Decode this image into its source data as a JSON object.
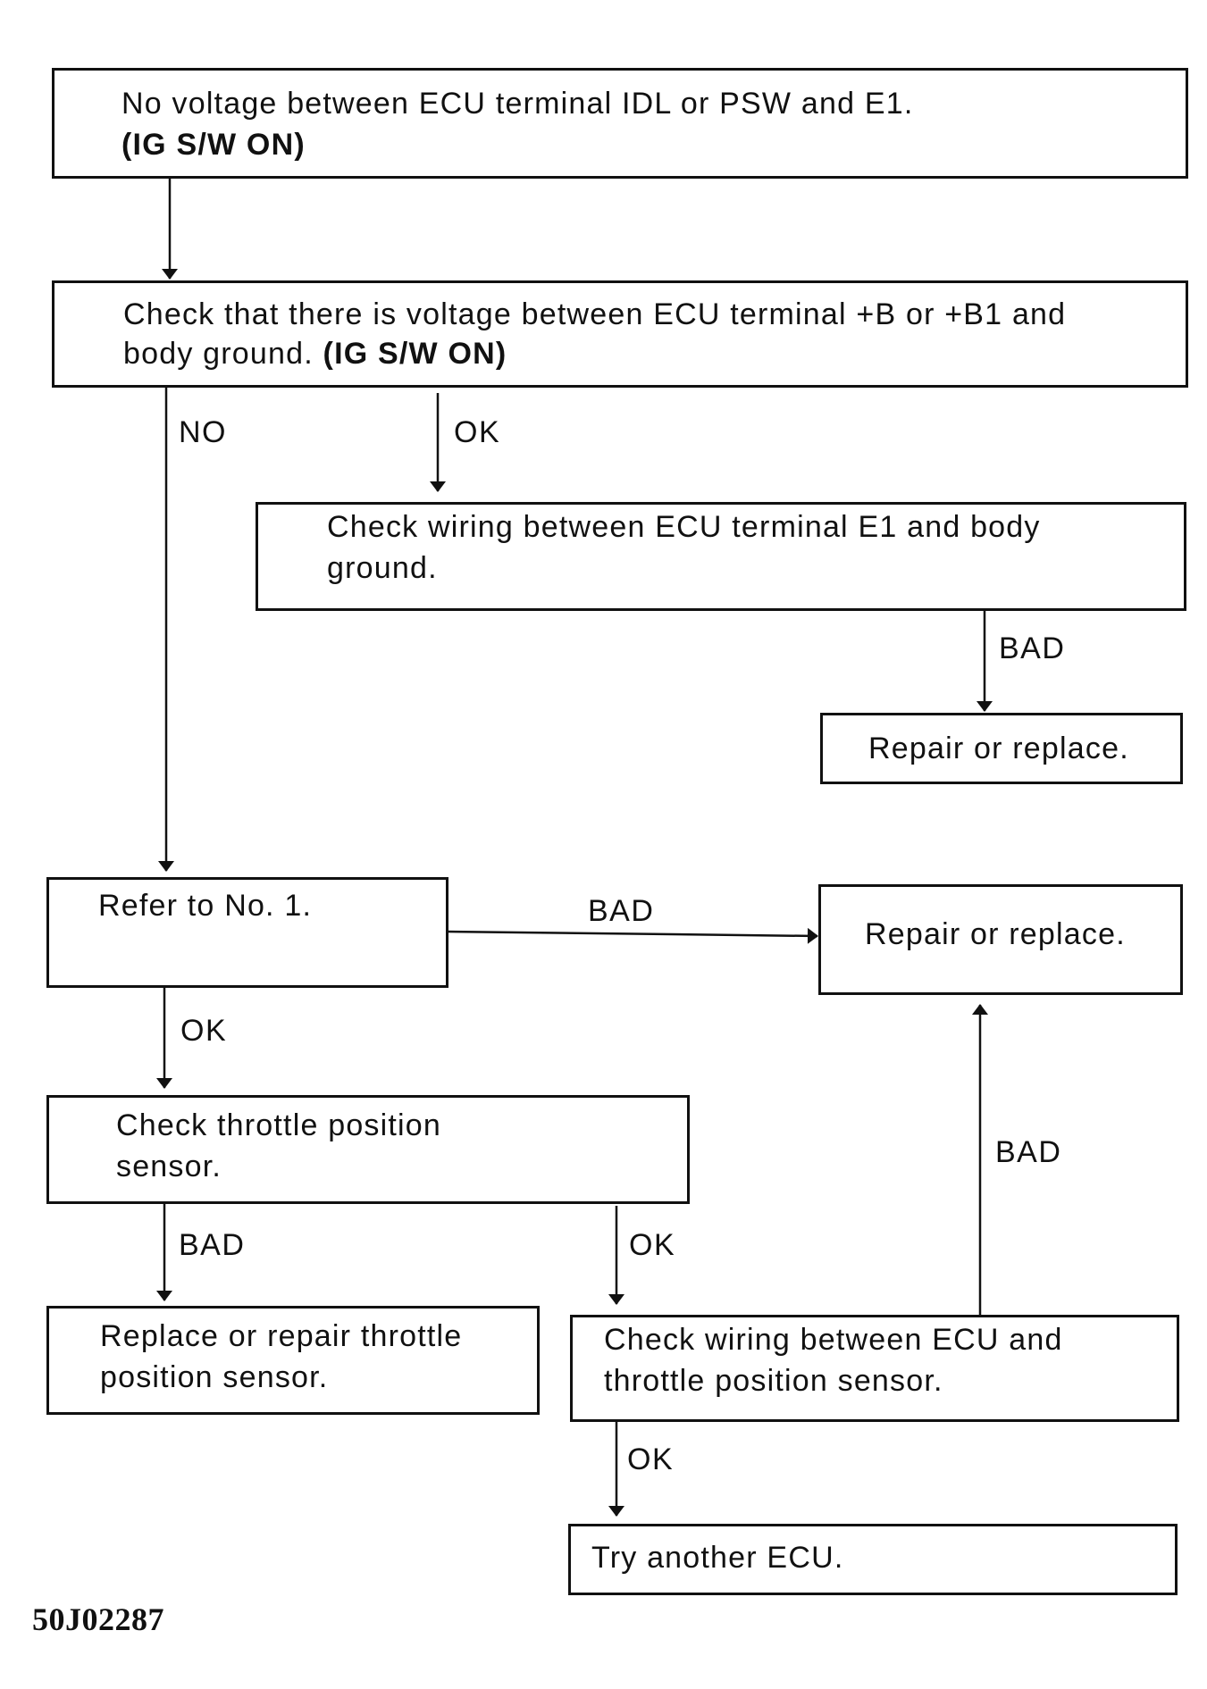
{
  "boxes": {
    "start": {
      "line1": "No voltage between ECU terminal IDL or PSW and E1.",
      "line2": "(IG S/W ON)"
    },
    "check_voltage": {
      "line1": "Check that there is voltage between ECU terminal +B or +B1 and",
      "line2a": "body ground. ",
      "line2b": "(IG S/W ON)"
    },
    "check_wiring_e1": {
      "line1": "Check wiring between ECU terminal E1 and body",
      "line2": "ground."
    },
    "repair_1": {
      "line1": "Repair or replace."
    },
    "refer_no1": {
      "line1": "Refer to No. 1."
    },
    "repair_2": {
      "line1": "Repair or replace."
    },
    "check_tps": {
      "line1": "Check throttle position",
      "line2": "sensor."
    },
    "replace_tps": {
      "line1": "Replace or repair throttle",
      "line2": "position sensor."
    },
    "check_wiring_tps": {
      "line1": "Check wiring between ECU and",
      "line2": "throttle position sensor."
    },
    "try_ecu": {
      "line1": "Try another ECU."
    }
  },
  "labels": {
    "no_1": "NO",
    "ok_1": "OK",
    "bad_1": "BAD",
    "bad_2": "BAD",
    "ok_2": "OK",
    "bad_3": "BAD",
    "bad_4": "BAD",
    "ok_3": "OK",
    "ok_4": "OK"
  },
  "figure_id": "50J02287"
}
